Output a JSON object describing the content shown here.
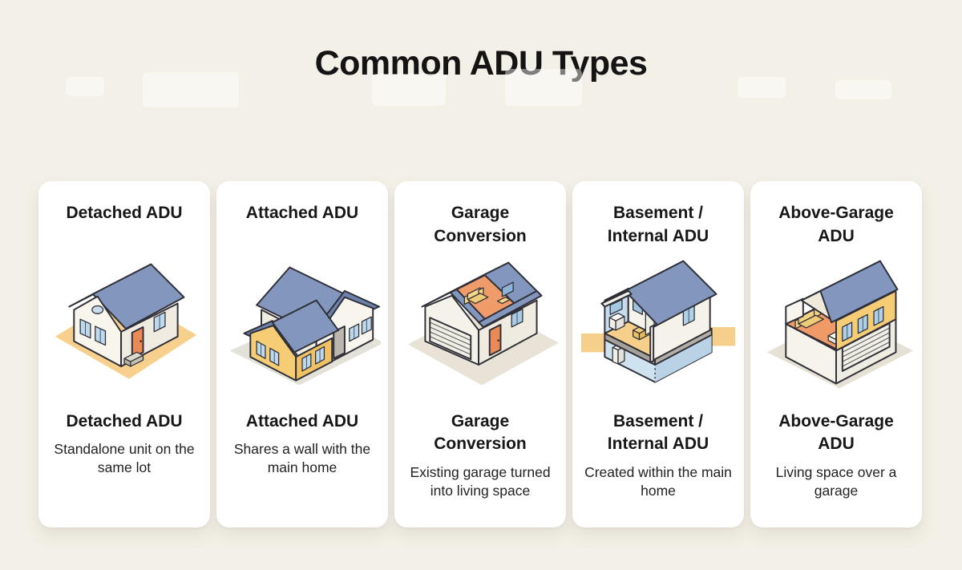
{
  "page": {
    "title": "Common ADU Types"
  },
  "palette": {
    "background": "#f3f0e7",
    "card": "#ffffff",
    "text": "#161616",
    "roof_blue": "#8396bd",
    "roof_blue_dark": "#6d82ab",
    "wall_cream": "#f6f3ea",
    "accent_yellow": "#f6cc74",
    "door_orange": "#ea8a57",
    "window_blue": "#aed0e8",
    "ground_yellow": "#f6cf8a",
    "interior_orange": "#f09a68",
    "shadow_gray": "#e4e1d8",
    "outline": "#2f2f38"
  },
  "cards": [
    {
      "id": "detached-adu",
      "top_title": "Detached ADU",
      "heading": "Detached ADU",
      "description": "Standalone unit on the same lot",
      "illustration": "detached-house"
    },
    {
      "id": "attached-adu",
      "top_title": "Attached ADU",
      "heading": "Attached ADU",
      "description": "Shares a wall with the main home",
      "illustration": "attached-house"
    },
    {
      "id": "garage-conversion",
      "top_title": "Garage Conversion",
      "heading": "Garage Conversion",
      "description": "Existing garage turned into living space",
      "illustration": "garage-cutaway-house"
    },
    {
      "id": "basement-internal-adu",
      "top_title": "Basement / Internal ADU",
      "heading": "Basement / Internal ADU",
      "description": "Created within the main home",
      "illustration": "basement-cutaway-house"
    },
    {
      "id": "above-garage-adu",
      "top_title": "Above-Garage ADU",
      "heading": "Above-Garage ADU",
      "description": "Living space over a garage",
      "illustration": "above-garage-house"
    }
  ]
}
